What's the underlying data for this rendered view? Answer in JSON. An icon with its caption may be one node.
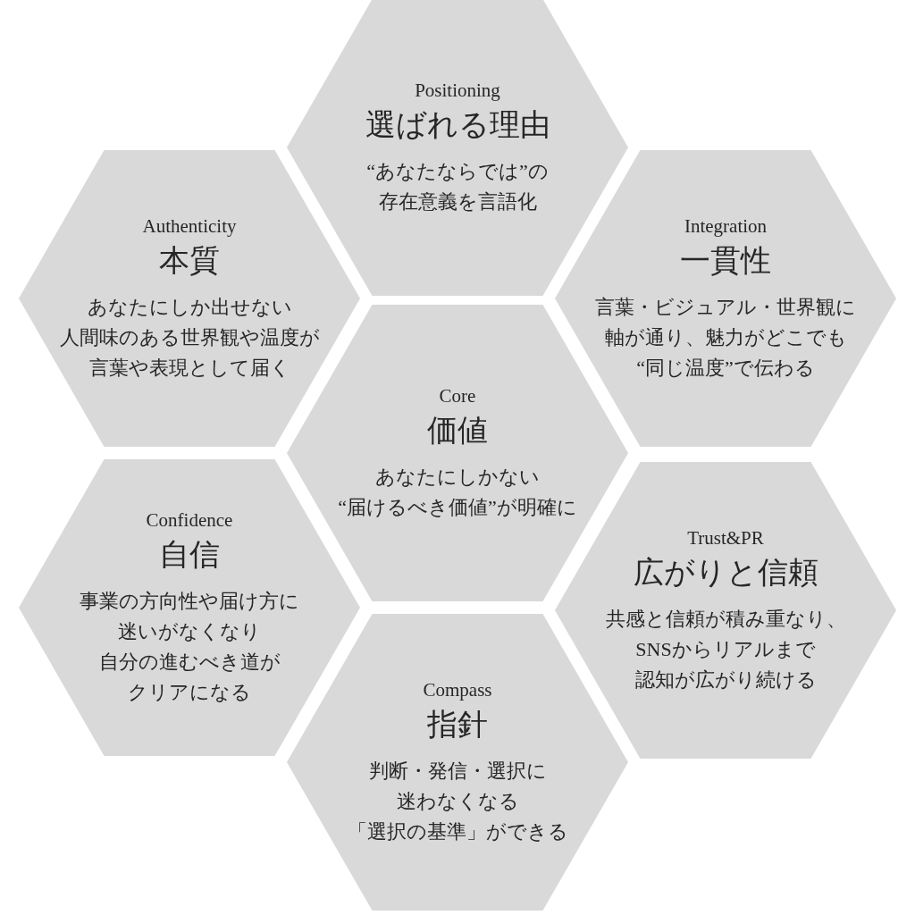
{
  "diagram": {
    "nodes": [
      {
        "text": [
          "Positioning",
          "選ばれる理由",
          "“あなたならでは”の存在意義を言語化"
        ]
      },
      {
        "text": [
          "Authenticity",
          "本質",
          "あなたにしか出せない人間味のある世界観や温度が言葉や表現として届く"
        ]
      },
      {
        "text": [
          "Integration",
          "一貫性",
          "言葉・ビジュアル・世界観に軸が通り、魅力がどこでも“同じ温度”で伝わる"
        ]
      },
      {
        "text": [
          "Core",
          "価値",
          "あなたにしかない“届けるべき価値”が明確に"
        ]
      },
      {
        "text": [
          "Confidence",
          "自信",
          "事業の方向性や届け方に迷いがなくなり自分の進むべき道がクリアになる"
        ]
      },
      {
        "text": [
          "Trust&PR",
          "広がりと信頼",
          "共感と信頼が積み重なり、SNSからリアルまで認知が広がり続ける"
        ]
      },
      {
        "text": [
          "Compass",
          "指針",
          "判断・発信・選択に迷わなくなる「選択の基準」ができる"
        ]
      }
    ]
  }
}
